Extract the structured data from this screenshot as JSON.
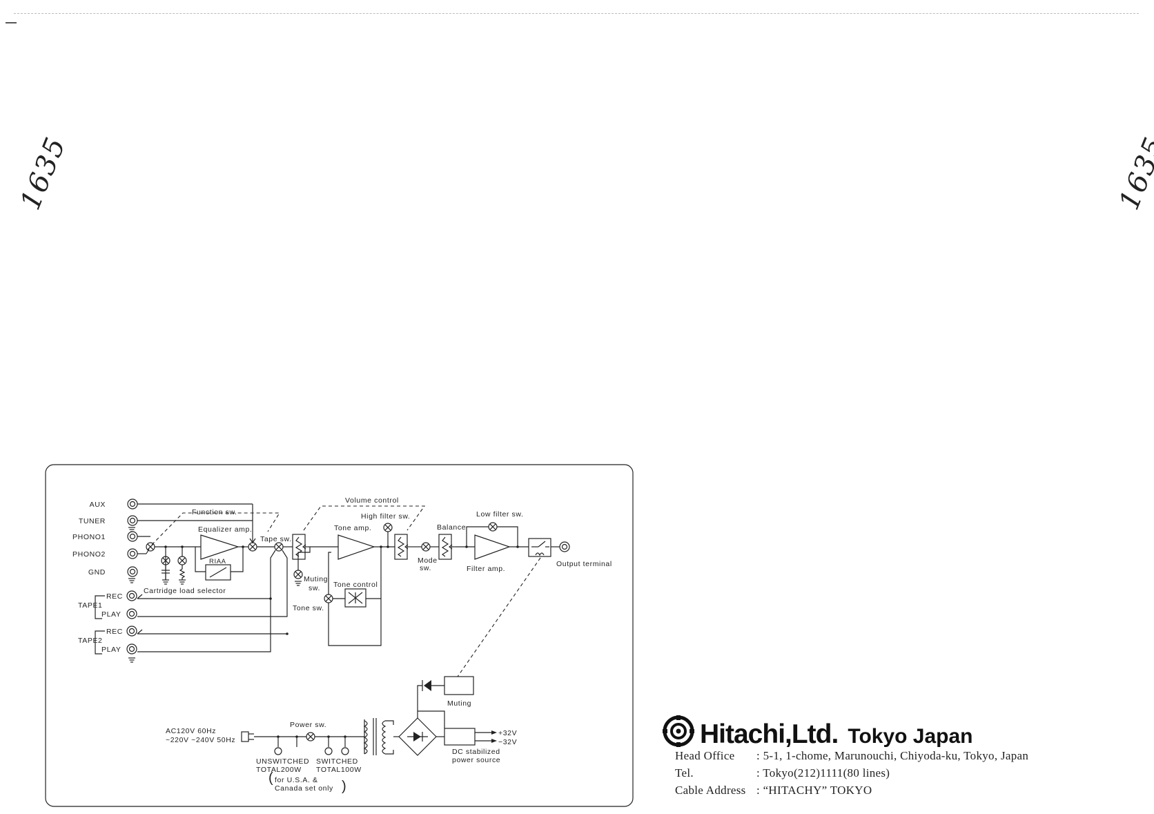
{
  "handwritten_note": "1635",
  "diagram": {
    "inputs": {
      "aux": "AUX",
      "tuner": "TUNER",
      "phono1": "PHONO1",
      "phono2": "PHONO2",
      "gnd": "GND",
      "tape1": "TAPE1",
      "tape2": "TAPE2",
      "rec": "REC",
      "play": "PLAY"
    },
    "blocks": {
      "function_sw": "Function sw.",
      "equalizer_amp": "Equalizer amp.",
      "riaa": "RIAA",
      "cartridge_load_selector": "Cartridge load selector",
      "tape_sw": "Tape sw.",
      "volume_control": "Volume control",
      "high_filter_sw": "High filter sw.",
      "tone_amp": "Tone amp.",
      "muting_sw_1": "Muting",
      "muting_sw_2": "sw.",
      "tone_control": "Tone control",
      "tone_sw": "Tone sw.",
      "mode_sw_1": "Mode",
      "mode_sw_2": "sw.",
      "balance": "Balance",
      "low_filter_sw": "Low filter sw.",
      "filter_amp": "Filter amp.",
      "output_terminal": "Output terminal",
      "muting": "Muting",
      "dc_stabilized_1": "DC stabilized",
      "dc_stabilized_2": "power source",
      "plus_32v": "+32V",
      "minus_32v": "−32V"
    },
    "power": {
      "ac_line1": "AC120V 60Hz",
      "ac_line2": "~220V ~240V 50Hz",
      "power_sw": "Power sw.",
      "unswitched_1": "UNSWITCHED",
      "unswitched_2": "TOTAL200W",
      "switched_1": "SWITCHED",
      "switched_2": "TOTAL100W",
      "note_1": "for U.S.A. &",
      "note_2": "Canada set only"
    }
  },
  "company": {
    "name": "Hitachi,Ltd.",
    "location": "Tokyo Japan",
    "rows": [
      {
        "key": "Head Office",
        "value": ": 5-1, 1-chome, Marunouchi, Chiyoda-ku, Tokyo, Japan"
      },
      {
        "key": "Tel.",
        "value": ": Tokyo(212)1111(80 lines)"
      },
      {
        "key": "Cable Address",
        "value": ": “HITACHY” TOKYO"
      }
    ]
  }
}
